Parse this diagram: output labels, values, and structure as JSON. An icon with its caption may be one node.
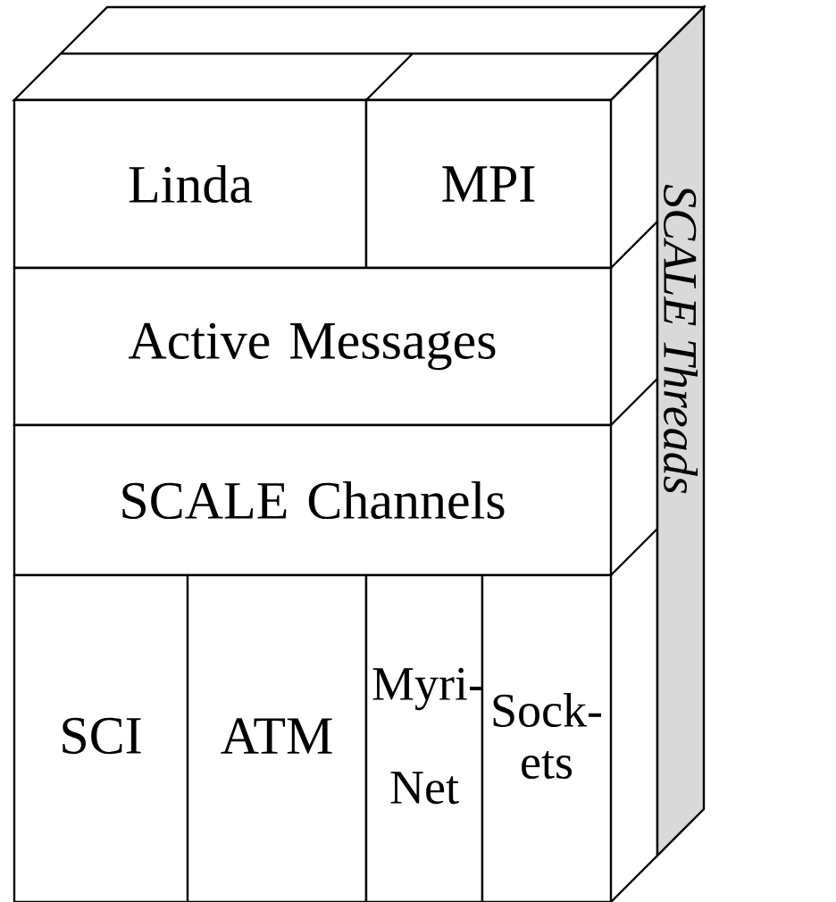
{
  "diagram": {
    "nodes": [
      {
        "text": [
          "Linda"
        ]
      },
      {
        "text": [
          "MPI"
        ]
      },
      {
        "text": [
          "Active Messages"
        ]
      },
      {
        "text": [
          "SCALE Channels"
        ]
      },
      {
        "text": [
          "SCI"
        ]
      },
      {
        "text": [
          "ATM"
        ]
      },
      {
        "text": [
          "Myri- Net"
        ]
      },
      {
        "text": [
          "Sock- ets"
        ]
      },
      {
        "text": [
          "SCALE Threads"
        ]
      }
    ]
  }
}
